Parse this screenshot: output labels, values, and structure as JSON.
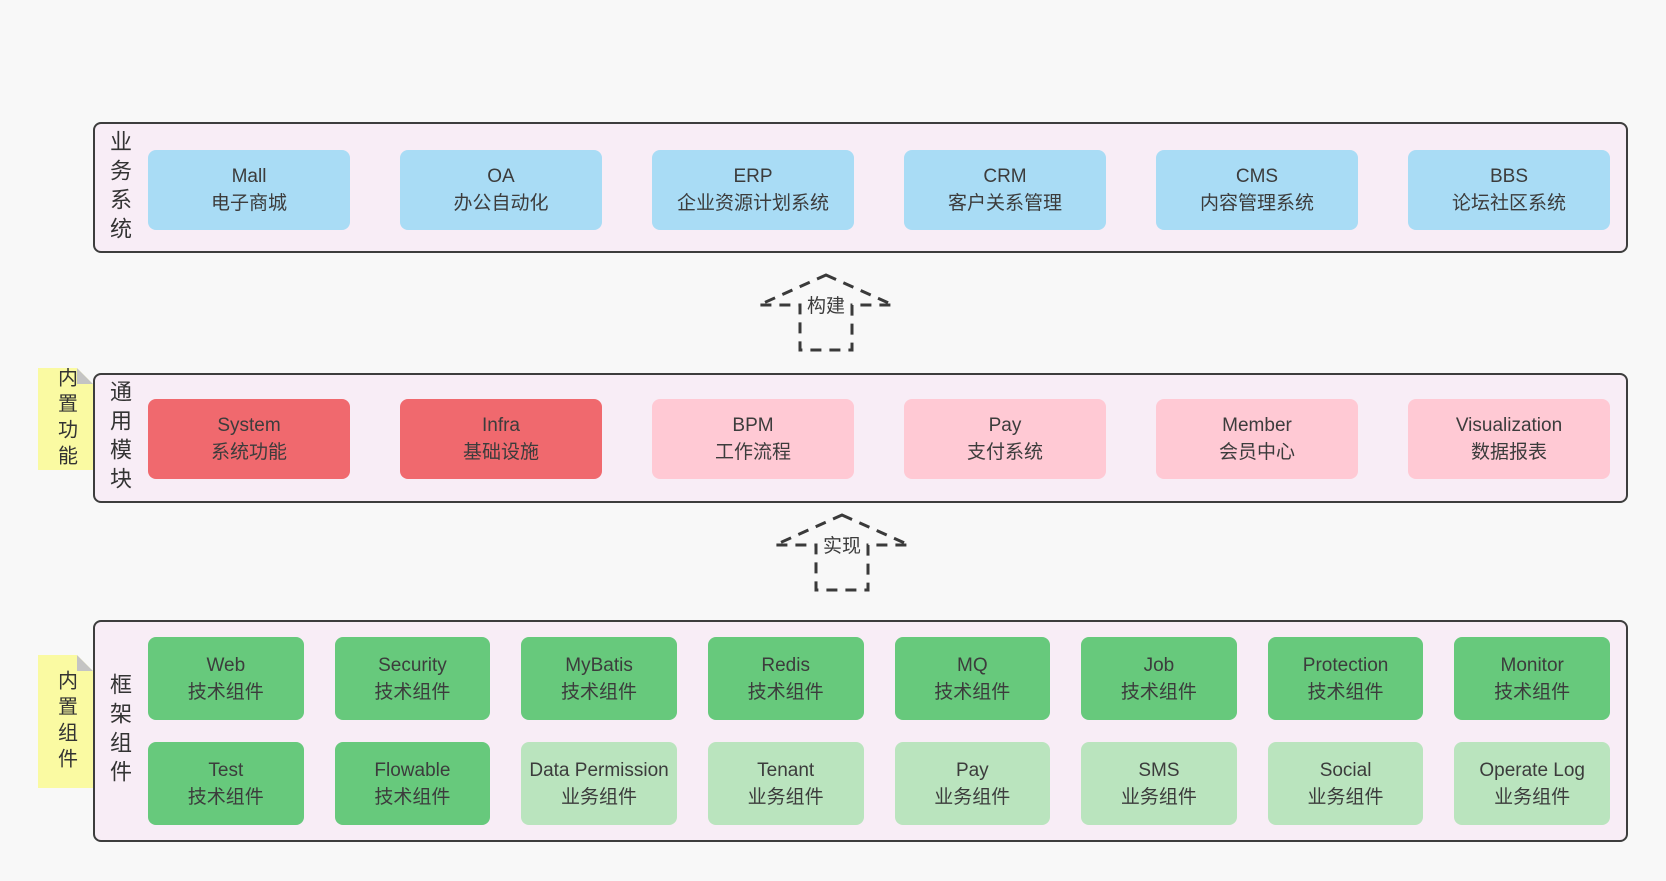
{
  "colors": {
    "blue": "#a9dcf5",
    "red": "#f0696e",
    "pink": "#ffc9d4",
    "green": "#67c97c",
    "lightgreen": "#bae4be",
    "yellow": "#fafaa2",
    "panel_bg": "#f8edf6",
    "page_bg": "#f8f8f8",
    "border": "#3d3d3d",
    "fold_gray": "#c4c4c4",
    "text": "#3c3c3c"
  },
  "arrows": [
    {
      "label": "构建"
    },
    {
      "label": "实现"
    }
  ],
  "sections": {
    "business": {
      "label": "业务系统",
      "boxes": [
        {
          "name": "Mall",
          "desc": "电子商城",
          "variant": "blue"
        },
        {
          "name": "OA",
          "desc": "办公自动化",
          "variant": "blue"
        },
        {
          "name": "ERP",
          "desc": "企业资源计划系统",
          "variant": "blue"
        },
        {
          "name": "CRM",
          "desc": "客户关系管理",
          "variant": "blue"
        },
        {
          "name": "CMS",
          "desc": "内容管理系统",
          "variant": "blue"
        },
        {
          "name": "BBS",
          "desc": "论坛社区系统",
          "variant": "blue"
        }
      ]
    },
    "modules": {
      "label": "通用模块",
      "note": "内置功能",
      "boxes": [
        {
          "name": "System",
          "desc": "系统功能",
          "variant": "red"
        },
        {
          "name": "Infra",
          "desc": "基础设施",
          "variant": "red"
        },
        {
          "name": "BPM",
          "desc": "工作流程",
          "variant": "pink"
        },
        {
          "name": "Pay",
          "desc": "支付系统",
          "variant": "pink"
        },
        {
          "name": "Member",
          "desc": "会员中心",
          "variant": "pink"
        },
        {
          "name": "Visualization",
          "desc": "数据报表",
          "variant": "pink"
        }
      ]
    },
    "components": {
      "label": "框架组件",
      "note": "内置组件",
      "boxes": [
        {
          "name": "Web",
          "desc": "技术组件",
          "variant": "green"
        },
        {
          "name": "Security",
          "desc": "技术组件",
          "variant": "green"
        },
        {
          "name": "MyBatis",
          "desc": "技术组件",
          "variant": "green"
        },
        {
          "name": "Redis",
          "desc": "技术组件",
          "variant": "green"
        },
        {
          "name": "MQ",
          "desc": "技术组件",
          "variant": "green"
        },
        {
          "name": "Job",
          "desc": "技术组件",
          "variant": "green"
        },
        {
          "name": "Protection",
          "desc": "技术组件",
          "variant": "green"
        },
        {
          "name": "Monitor",
          "desc": "技术组件",
          "variant": "green"
        },
        {
          "name": "Test",
          "desc": "技术组件",
          "variant": "green"
        },
        {
          "name": "Flowable",
          "desc": "技术组件",
          "variant": "green"
        },
        {
          "name": "Data Permission",
          "desc": "业务组件",
          "variant": "lightgreen"
        },
        {
          "name": "Tenant",
          "desc": "业务组件",
          "variant": "lightgreen"
        },
        {
          "name": "Pay",
          "desc": "业务组件",
          "variant": "lightgreen"
        },
        {
          "name": "SMS",
          "desc": "业务组件",
          "variant": "lightgreen"
        },
        {
          "name": "Social",
          "desc": "业务组件",
          "variant": "lightgreen"
        },
        {
          "name": "Operate Log",
          "desc": "业务组件",
          "variant": "lightgreen"
        }
      ]
    }
  }
}
